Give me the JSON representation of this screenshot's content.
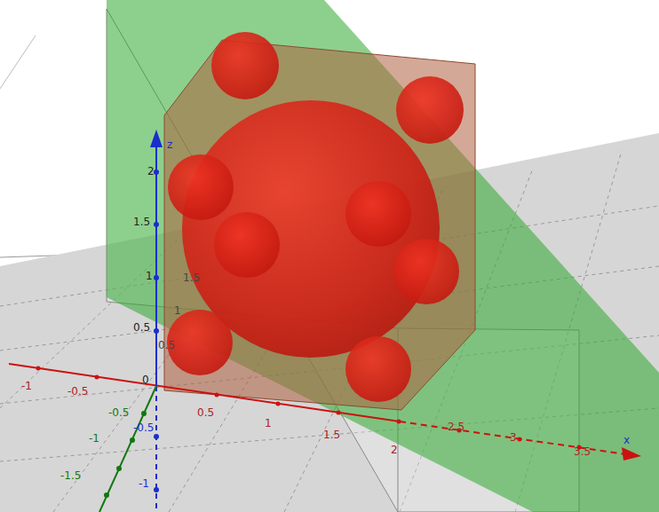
{
  "diagram": {
    "labels": [
      "z",
      "2",
      "1.5",
      "1",
      "0.5",
      "0",
      "1.5",
      "1",
      "0.5",
      "-1",
      "-0.5",
      "0.5",
      "1",
      "1.5",
      "2",
      "2.5",
      "3",
      "3.5",
      "x",
      "-0.5",
      "-1",
      "-1.5",
      "-0.5",
      "-1"
    ]
  }
}
